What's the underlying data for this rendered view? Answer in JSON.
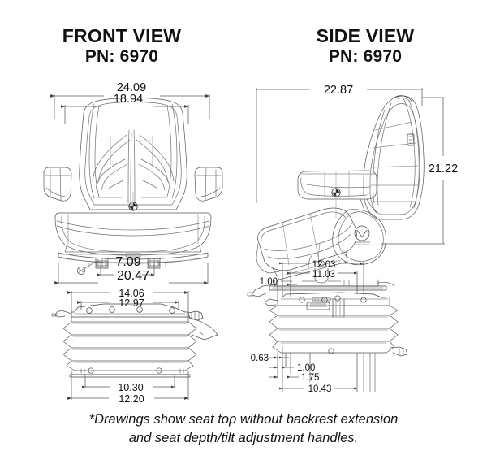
{
  "document": {
    "type": "technical-drawing",
    "subject": "seat assembly dimensional drawing",
    "units": "inches"
  },
  "views": {
    "front": {
      "title_line1": "FRONT VIEW",
      "title_line2": "PN: 6970",
      "dimensions": {
        "overall_width": "24.09",
        "seat_width": "18.94",
        "mount_hole_spacing": "7.09",
        "base_width": "20.47",
        "suspension_top_outer": "14.06",
        "suspension_top_inner": "12.97",
        "suspension_bottom_inner": "10.30",
        "suspension_bottom_outer": "12.20"
      }
    },
    "side": {
      "title_line1": "SIDE VIEW",
      "title_line2": "PN: 6970",
      "dimensions": {
        "overall_depth": "22.87",
        "overall_height": "21.22",
        "suspension_outer": "12.03",
        "suspension_inner": "11.03",
        "offset_top": "1.00",
        "offset_a": "0.63",
        "offset_b": "1.00",
        "offset_c": "1.75",
        "suspension_length": "10.43"
      }
    }
  },
  "footnote": {
    "line1": "*Drawings show seat top without backrest extension",
    "line2": "and seat depth/tilt adjustment handles."
  },
  "colors": {
    "text": "#111111",
    "line": "#4a4a4a",
    "line_dark": "#2b2b2b",
    "dim_line": "#6b6b6b",
    "background": "#ffffff"
  }
}
